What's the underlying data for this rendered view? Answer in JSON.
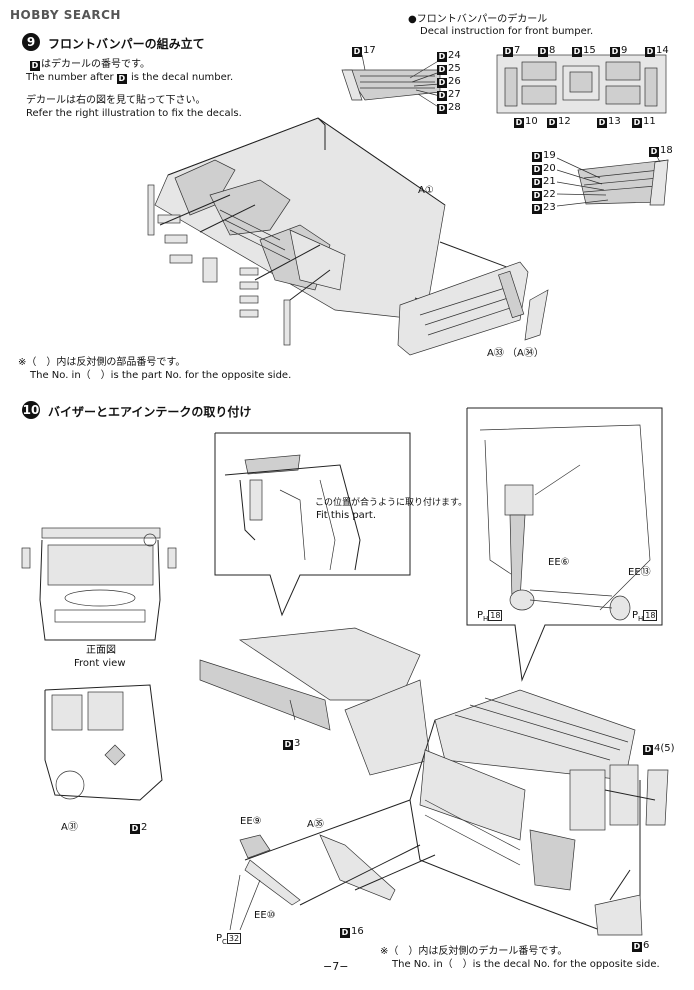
{
  "watermark": "HOBBY SEARCH",
  "step9": {
    "number": "9",
    "title": "フロントバンパーの組み立て",
    "note_ja": "はデカールの番号です。",
    "note_en_pre": "The number after",
    "note_en_post": "is the decal number.",
    "instruction_ja": "デカールは右の図を見て貼って下さい。",
    "instruction_en": "Refer the right illustration to fix the decals.",
    "decal_heading_ja": "●フロントバンパーのデカール",
    "decal_heading_en": "Decal instruction for front bumper.",
    "part_a1": "A",
    "part_a1_num": "①",
    "part_a33": "A",
    "part_a33_num": "㉝",
    "part_a34": "（A",
    "part_a34_num": "㉞）",
    "footnote_ja": "※（　）内は反対側の部品番号です。",
    "footnote_en": "The No. in（　）is the part No. for the opposite side.",
    "decals_left_top": "17",
    "decals_left_stack": [
      "24",
      "25",
      "26",
      "27",
      "28"
    ],
    "decals_top_row": [
      "7",
      "8",
      "15",
      "9",
      "14"
    ],
    "decals_bottom_row": [
      "10",
      "12",
      "13",
      "11"
    ],
    "decals_right_stack": [
      "19",
      "20",
      "21",
      "22",
      "23"
    ],
    "decals_right_top": "18"
  },
  "step10": {
    "number": "10",
    "title": "バイザーとエアインテークの取り付け",
    "fit_ja": "この位置が合うように取り付けます。",
    "fit_en": "Fit this part.",
    "front_view_ja": "正面図",
    "front_view_en": "Front view",
    "ee6": "EE",
    "ee6_num": "⑥",
    "ee13": "EE",
    "ee13_num": "⑬",
    "ph18_a": "P",
    "ph18_a_sub": "H",
    "ph18_a_num": "18",
    "ph18_b": "P",
    "ph18_b_sub": "H",
    "ph18_b_num": "18",
    "d3": "3",
    "d2": "2",
    "a31": "A",
    "a31_num": "㉛",
    "d4": "4",
    "d4_paren": "(5)",
    "ee9": "EE",
    "ee9_num": "⑨",
    "a35": "A",
    "a35_num": "㉟",
    "ee10": "EE",
    "ee10_num": "⑩",
    "pc32": "P",
    "pc32_sub": "C",
    "pc32_num": "32",
    "d16": "16",
    "d6": "6",
    "footnote_ja": "※（　）内は反対側のデカール番号です。",
    "footnote_en": "The No. in（　）is the decal No. for the opposite side."
  },
  "page_number": "−7−",
  "decal_prefix": "D"
}
